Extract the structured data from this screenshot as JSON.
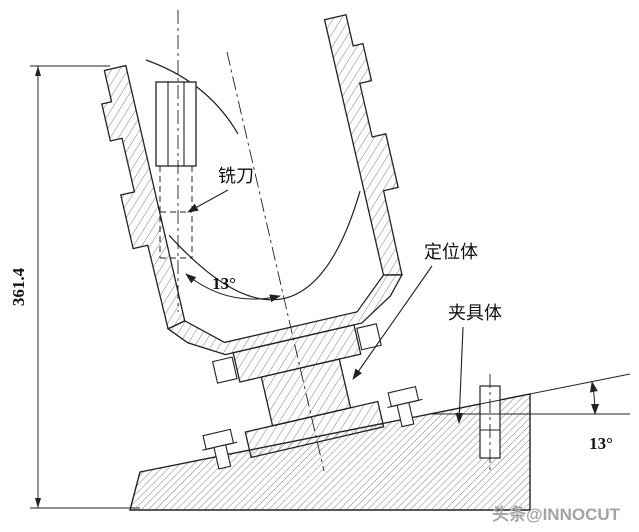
{
  "drawing": {
    "labels": {
      "milling_cutter": "铣刀",
      "positioning_body": "定位体",
      "fixture_body": "夹具体"
    },
    "dimensions": {
      "overall_height": "361.4",
      "tilt_angle": "13°",
      "base_angle": "13°"
    },
    "watermark": "头条@INNOCUT",
    "colors": {
      "line": "#222222",
      "hatch": "#444444",
      "watermark": "#a3a3a1",
      "background": "#ffffff"
    }
  }
}
